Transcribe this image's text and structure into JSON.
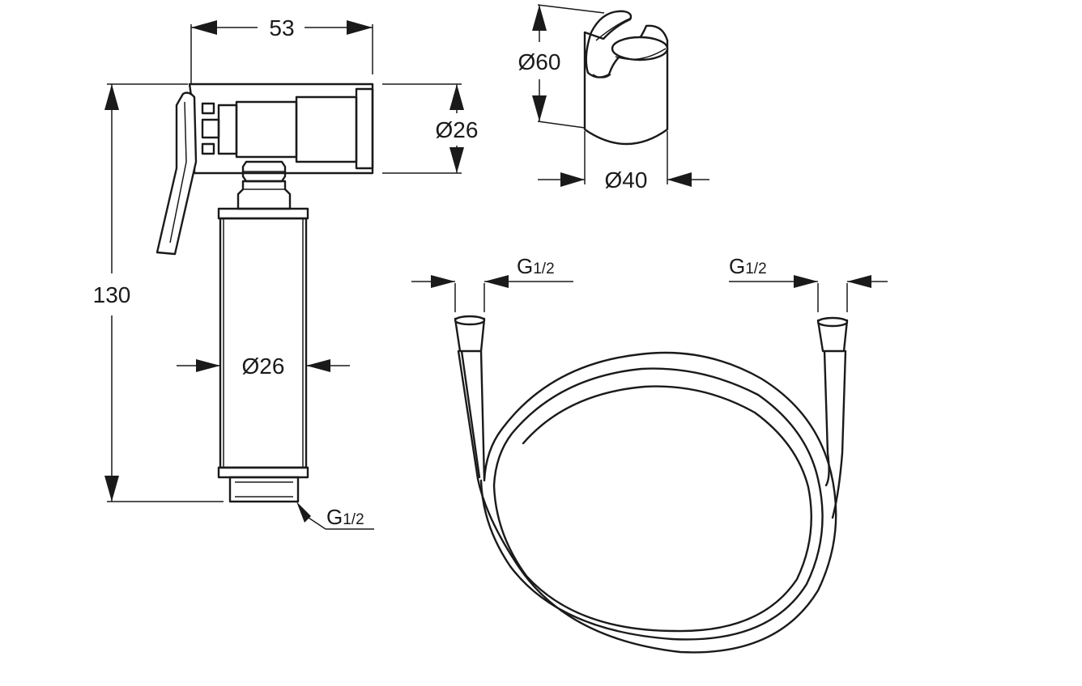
{
  "dimensions": {
    "spray_width": "53",
    "spray_height": "130",
    "head_diameter": "Ø26",
    "body_diameter": "Ø26",
    "holder_height": "Ø60",
    "holder_diameter": "Ø40"
  },
  "threads": {
    "spray_outlet": {
      "main": "G",
      "fraction": "1/2"
    },
    "hose_left": {
      "main": "G",
      "fraction": "1/2"
    },
    "hose_right": {
      "main": "G",
      "fraction": "1/2"
    }
  }
}
